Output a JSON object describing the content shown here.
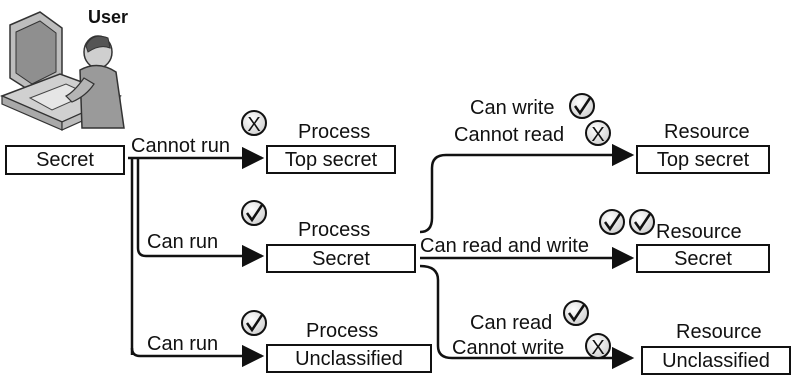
{
  "user": {
    "label": "User",
    "clearance": "Secret"
  },
  "processes": [
    {
      "title": "Process",
      "level": "Top secret",
      "edge_label": "Cannot run"
    },
    {
      "title": "Process",
      "level": "Secret",
      "edge_label": "Can run"
    },
    {
      "title": "Process",
      "level": "Unclassified",
      "edge_label": "Can run"
    }
  ],
  "resources": [
    {
      "title": "Resource",
      "level": "Top secret",
      "edge_label_1": "Can write",
      "edge_label_2": "Cannot read"
    },
    {
      "title": "Resource",
      "level": "Secret",
      "edge_label_1": "Can read and write"
    },
    {
      "title": "Resource",
      "level": "Unclassified",
      "edge_label_1": "Can read",
      "edge_label_2": "Cannot write"
    }
  ],
  "marks": {
    "allowed": "✓",
    "denied": "X"
  }
}
